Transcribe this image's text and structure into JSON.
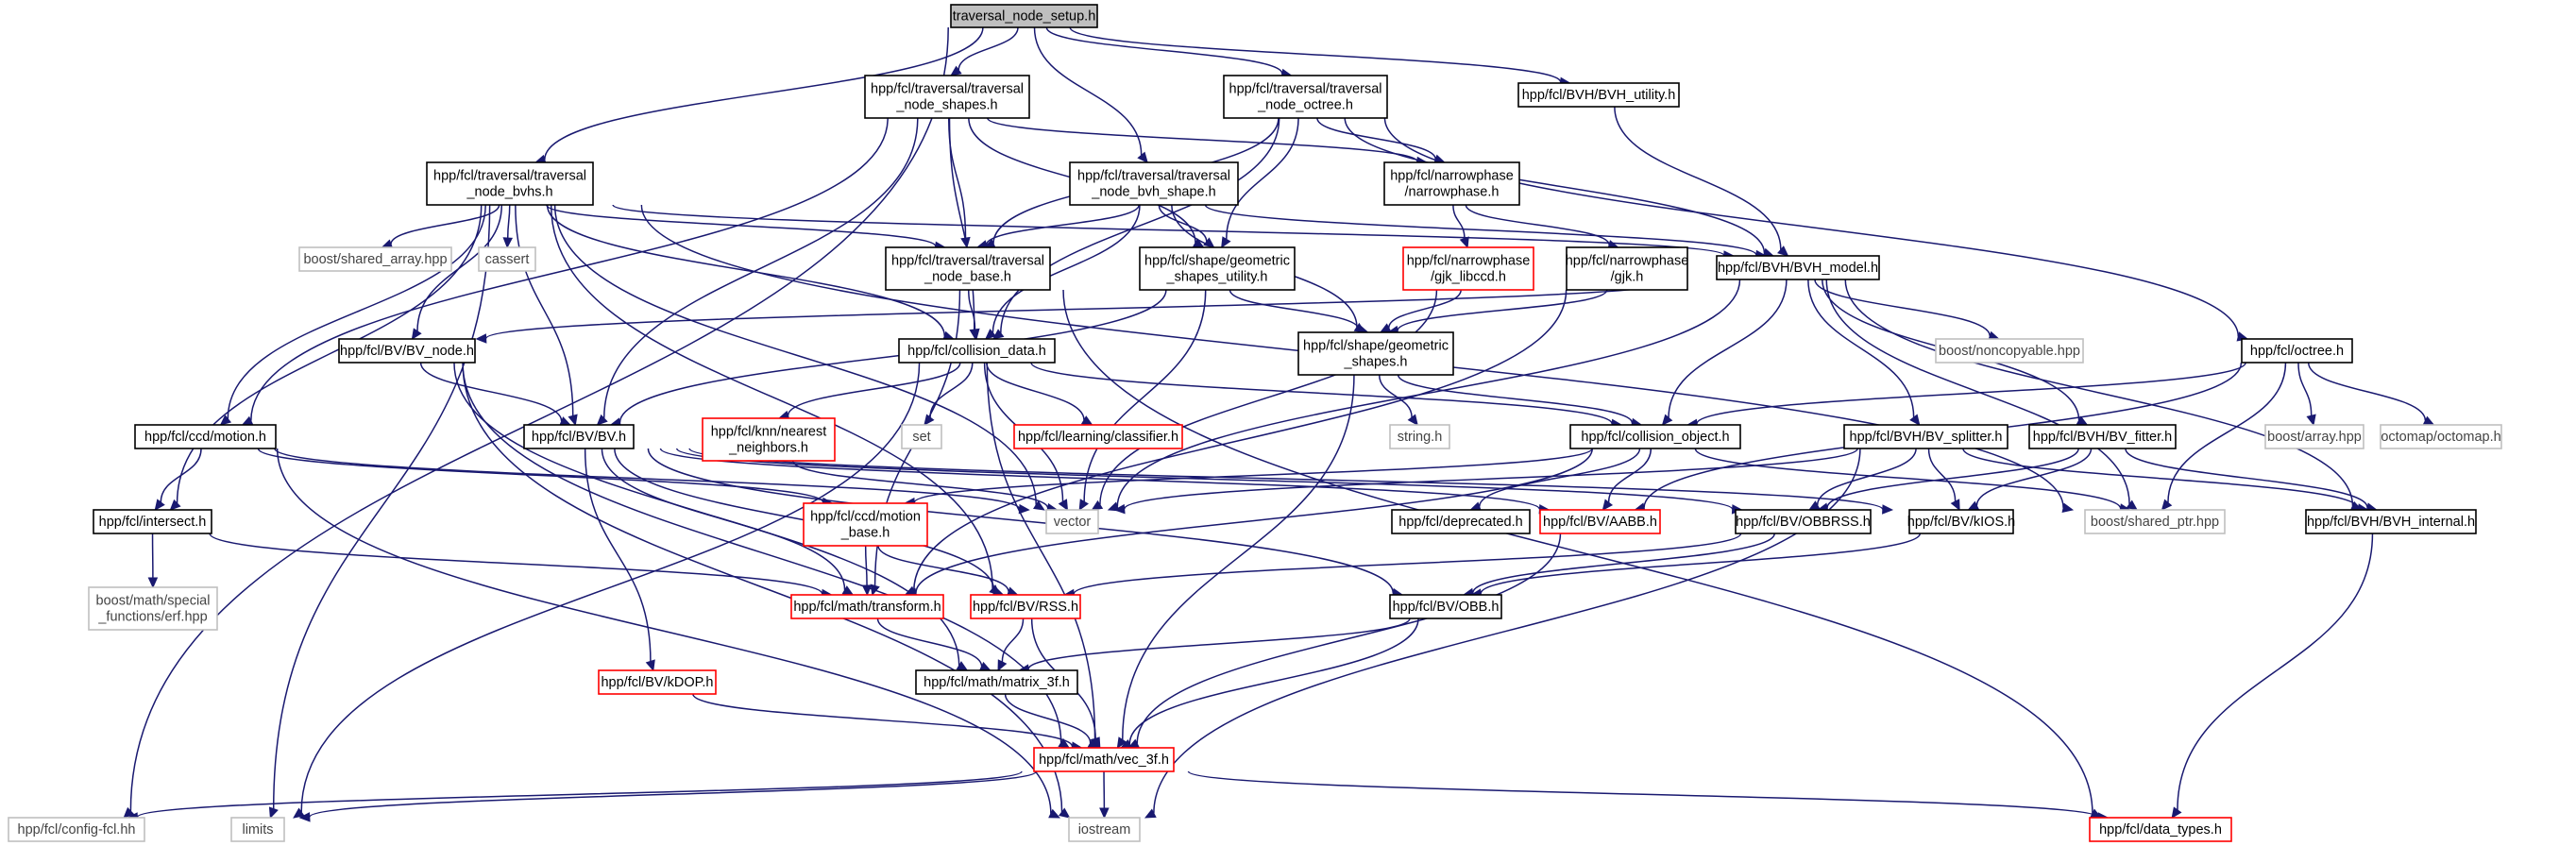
{
  "nodes": [
    {
      "id": "root",
      "style": "main",
      "label": [
        "traversal_node_setup.h"
      ]
    },
    {
      "id": "tn_shapes",
      "style": "doc",
      "label": [
        "hpp/fcl/traversal/traversal",
        "_node_shapes.h"
      ]
    },
    {
      "id": "tn_octree",
      "style": "doc",
      "label": [
        "hpp/fcl/traversal/traversal",
        "_node_octree.h"
      ]
    },
    {
      "id": "bvh_utility",
      "style": "doc",
      "label": [
        "hpp/fcl/BVH/BVH_utility.h"
      ]
    },
    {
      "id": "tn_bvhs",
      "style": "doc",
      "label": [
        "hpp/fcl/traversal/traversal",
        "_node_bvhs.h"
      ]
    },
    {
      "id": "tn_bvh_shape",
      "style": "doc",
      "label": [
        "hpp/fcl/traversal/traversal",
        "_node_bvh_shape.h"
      ]
    },
    {
      "id": "np_narrow",
      "style": "doc",
      "label": [
        "hpp/fcl/narrowphase",
        "/narrowphase.h"
      ]
    },
    {
      "id": "bshared_array",
      "style": "ext",
      "label": [
        "boost/shared_array.hpp"
      ]
    },
    {
      "id": "cassert",
      "style": "ext",
      "label": [
        "cassert"
      ]
    },
    {
      "id": "tn_base",
      "style": "doc",
      "label": [
        "hpp/fcl/traversal/traversal",
        "_node_base.h"
      ]
    },
    {
      "id": "geo_util",
      "style": "doc",
      "label": [
        "hpp/fcl/shape/geometric",
        "_shapes_utility.h"
      ]
    },
    {
      "id": "gjk_libccd",
      "style": "trunc",
      "label": [
        "hpp/fcl/narrowphase",
        "/gjk_libccd.h"
      ]
    },
    {
      "id": "gjk",
      "style": "doc",
      "label": [
        "hpp/fcl/narrowphase",
        "/gjk.h"
      ]
    },
    {
      "id": "bvh_model",
      "style": "doc",
      "label": [
        "hpp/fcl/BVH/BVH_model.h"
      ]
    },
    {
      "id": "bv_node",
      "style": "doc",
      "label": [
        "hpp/fcl/BV/BV_node.h"
      ]
    },
    {
      "id": "coll_data",
      "style": "doc",
      "label": [
        "hpp/fcl/collision_data.h"
      ]
    },
    {
      "id": "geo_shapes",
      "style": "doc",
      "label": [
        "hpp/fcl/shape/geometric",
        "_shapes.h"
      ]
    },
    {
      "id": "bnoncopy",
      "style": "ext",
      "label": [
        "boost/noncopyable.hpp"
      ]
    },
    {
      "id": "octree",
      "style": "doc",
      "label": [
        "hpp/fcl/octree.h"
      ]
    },
    {
      "id": "ccd_motion",
      "style": "doc",
      "label": [
        "hpp/fcl/ccd/motion.h"
      ]
    },
    {
      "id": "bv_bv",
      "style": "doc",
      "label": [
        "hpp/fcl/BV/BV.h"
      ]
    },
    {
      "id": "knn",
      "style": "trunc",
      "label": [
        "hpp/fcl/knn/nearest",
        "_neighbors.h"
      ]
    },
    {
      "id": "set",
      "style": "ext",
      "label": [
        "set"
      ]
    },
    {
      "id": "classifier",
      "style": "trunc",
      "label": [
        "hpp/fcl/learning/classifier.h"
      ]
    },
    {
      "id": "stringh",
      "style": "ext",
      "label": [
        "string.h"
      ]
    },
    {
      "id": "coll_obj",
      "style": "doc",
      "label": [
        "hpp/fcl/collision_object.h"
      ]
    },
    {
      "id": "bv_splitter",
      "style": "doc",
      "label": [
        "hpp/fcl/BVH/BV_splitter.h"
      ]
    },
    {
      "id": "bv_fitter",
      "style": "doc",
      "label": [
        "hpp/fcl/BVH/BV_fitter.h"
      ]
    },
    {
      "id": "barray",
      "style": "ext",
      "label": [
        "boost/array.hpp"
      ]
    },
    {
      "id": "octomap",
      "style": "ext",
      "label": [
        "octomap/octomap.h"
      ]
    },
    {
      "id": "intersect",
      "style": "doc",
      "label": [
        "hpp/fcl/intersect.h"
      ]
    },
    {
      "id": "motion_base",
      "style": "trunc",
      "label": [
        "hpp/fcl/ccd/motion",
        "_base.h"
      ]
    },
    {
      "id": "vector",
      "style": "ext",
      "label": [
        "vector"
      ]
    },
    {
      "id": "deprecated",
      "style": "doc",
      "label": [
        "hpp/fcl/deprecated.h"
      ]
    },
    {
      "id": "aabb",
      "style": "trunc",
      "label": [
        "hpp/fcl/BV/AABB.h"
      ]
    },
    {
      "id": "obbrss",
      "style": "doc",
      "label": [
        "hpp/fcl/BV/OBBRSS.h"
      ]
    },
    {
      "id": "kios",
      "style": "doc",
      "label": [
        "hpp/fcl/BV/kIOS.h"
      ]
    },
    {
      "id": "bshared_ptr",
      "style": "ext",
      "label": [
        "boost/shared_ptr.hpp"
      ]
    },
    {
      "id": "bvh_internal",
      "style": "doc",
      "label": [
        "hpp/fcl/BVH/BVH_internal.h"
      ]
    },
    {
      "id": "erf",
      "style": "ext",
      "label": [
        "boost/math/special",
        "_functions/erf.hpp"
      ]
    },
    {
      "id": "transform",
      "style": "trunc",
      "label": [
        "hpp/fcl/math/transform.h"
      ]
    },
    {
      "id": "rss",
      "style": "trunc",
      "label": [
        "hpp/fcl/BV/RSS.h"
      ]
    },
    {
      "id": "obb",
      "style": "doc",
      "label": [
        "hpp/fcl/BV/OBB.h"
      ]
    },
    {
      "id": "kdop",
      "style": "trunc",
      "label": [
        "hpp/fcl/BV/kDOP.h"
      ]
    },
    {
      "id": "matrix3f",
      "style": "doc",
      "label": [
        "hpp/fcl/math/matrix_3f.h"
      ]
    },
    {
      "id": "vec3f",
      "style": "trunc",
      "label": [
        "hpp/fcl/math/vec_3f.h"
      ]
    },
    {
      "id": "config",
      "style": "ext",
      "label": [
        "hpp/fcl/config-fcl.hh"
      ]
    },
    {
      "id": "limits",
      "style": "ext",
      "label": [
        "limits"
      ]
    },
    {
      "id": "iostream",
      "style": "ext",
      "label": [
        "iostream"
      ]
    },
    {
      "id": "data_types",
      "style": "trunc",
      "label": [
        "hpp/fcl/data_types.h"
      ]
    }
  ],
  "edges": [
    [
      "root",
      "config"
    ],
    [
      "root",
      "tn_bvhs"
    ],
    [
      "root",
      "tn_shapes"
    ],
    [
      "root",
      "tn_bvh_shape"
    ],
    [
      "root",
      "tn_octree"
    ],
    [
      "root",
      "bvh_utility"
    ],
    [
      "tn_shapes",
      "tn_base"
    ],
    [
      "tn_shapes",
      "np_narrow"
    ],
    [
      "tn_shapes",
      "geo_util"
    ],
    [
      "tn_shapes",
      "coll_data"
    ],
    [
      "tn_shapes",
      "bv_bv"
    ],
    [
      "tn_shapes",
      "ccd_motion"
    ],
    [
      "tn_octree",
      "tn_base"
    ],
    [
      "tn_octree",
      "np_narrow"
    ],
    [
      "tn_octree",
      "geo_util"
    ],
    [
      "tn_octree",
      "bvh_model"
    ],
    [
      "tn_octree",
      "octree"
    ],
    [
      "tn_octree",
      "coll_data"
    ],
    [
      "bvh_utility",
      "bvh_model"
    ],
    [
      "tn_bvhs",
      "bshared_array"
    ],
    [
      "tn_bvhs",
      "cassert"
    ],
    [
      "tn_bvhs",
      "tn_base"
    ],
    [
      "tn_bvhs",
      "bvh_model"
    ],
    [
      "tn_bvhs",
      "bv_node"
    ],
    [
      "tn_bvhs",
      "coll_data"
    ],
    [
      "tn_bvhs",
      "ccd_motion"
    ],
    [
      "tn_bvhs",
      "bv_bv"
    ],
    [
      "tn_bvhs",
      "intersect"
    ],
    [
      "tn_bvhs",
      "limits"
    ],
    [
      "tn_bvhs",
      "vector"
    ],
    [
      "tn_bvhs",
      "rss"
    ],
    [
      "tn_bvhs",
      "bshared_ptr"
    ],
    [
      "tn_bvh_shape",
      "tn_base"
    ],
    [
      "tn_bvh_shape",
      "geo_util"
    ],
    [
      "tn_bvh_shape",
      "geo_shapes"
    ],
    [
      "tn_bvh_shape",
      "bvh_model"
    ],
    [
      "tn_bvh_shape",
      "coll_data"
    ],
    [
      "np_narrow",
      "gjk_libccd"
    ],
    [
      "np_narrow",
      "gjk"
    ],
    [
      "tn_base",
      "coll_data"
    ],
    [
      "tn_base",
      "transform"
    ],
    [
      "tn_base",
      "data_types"
    ],
    [
      "geo_util",
      "geo_shapes"
    ],
    [
      "geo_util",
      "bv_bv"
    ],
    [
      "geo_util",
      "vector"
    ],
    [
      "gjk_libccd",
      "geo_shapes"
    ],
    [
      "gjk_libccd",
      "vector"
    ],
    [
      "gjk",
      "geo_shapes"
    ],
    [
      "gjk",
      "transform"
    ],
    [
      "bvh_model",
      "bv_node"
    ],
    [
      "bvh_model",
      "coll_obj"
    ],
    [
      "bvh_model",
      "bnoncopy"
    ],
    [
      "bvh_model",
      "bv_splitter"
    ],
    [
      "bvh_model",
      "bv_fitter"
    ],
    [
      "bvh_model",
      "bvh_internal"
    ],
    [
      "bvh_model",
      "bshared_ptr"
    ],
    [
      "bvh_model",
      "vector"
    ],
    [
      "bv_node",
      "bv_bv"
    ],
    [
      "bv_node",
      "matrix3f"
    ],
    [
      "bv_node",
      "vec3f"
    ],
    [
      "bv_node",
      "iostream"
    ],
    [
      "coll_data",
      "knn"
    ],
    [
      "coll_data",
      "set"
    ],
    [
      "coll_data",
      "classifier"
    ],
    [
      "coll_data",
      "coll_obj"
    ],
    [
      "coll_data",
      "vector"
    ],
    [
      "coll_data",
      "limits"
    ],
    [
      "coll_data",
      "vec3f"
    ],
    [
      "geo_shapes",
      "stringh"
    ],
    [
      "geo_shapes",
      "coll_obj"
    ],
    [
      "geo_shapes",
      "vec3f"
    ],
    [
      "octree",
      "coll_obj"
    ],
    [
      "octree",
      "barray"
    ],
    [
      "octree",
      "octomap"
    ],
    [
      "octree",
      "bshared_ptr"
    ],
    [
      "octree",
      "aabb"
    ],
    [
      "ccd_motion",
      "motion_base"
    ],
    [
      "ccd_motion",
      "intersect"
    ],
    [
      "ccd_motion",
      "iostream"
    ],
    [
      "ccd_motion",
      "vector"
    ],
    [
      "bv_bv",
      "kdop"
    ],
    [
      "bv_bv",
      "aabb"
    ],
    [
      "bv_bv",
      "obb"
    ],
    [
      "bv_bv",
      "rss"
    ],
    [
      "bv_bv",
      "obbrss"
    ],
    [
      "bv_bv",
      "kios"
    ],
    [
      "bv_bv",
      "transform"
    ],
    [
      "knn",
      "vector"
    ],
    [
      "coll_obj",
      "deprecated"
    ],
    [
      "coll_obj",
      "aabb"
    ],
    [
      "coll_obj",
      "transform"
    ],
    [
      "coll_obj",
      "bshared_ptr"
    ],
    [
      "coll_obj",
      "motion_base"
    ],
    [
      "bv_splitter",
      "obbrss"
    ],
    [
      "bv_splitter",
      "kios"
    ],
    [
      "bv_splitter",
      "vector"
    ],
    [
      "bv_splitter",
      "bvh_internal"
    ],
    [
      "bv_splitter",
      "iostream"
    ],
    [
      "bv_fitter",
      "obbrss"
    ],
    [
      "bv_fitter",
      "kios"
    ],
    [
      "bv_fitter",
      "bvh_internal"
    ],
    [
      "intersect",
      "erf"
    ],
    [
      "intersect",
      "transform"
    ],
    [
      "motion_base",
      "transform"
    ],
    [
      "motion_base",
      "rss"
    ],
    [
      "aabb",
      "vec3f"
    ],
    [
      "obbrss",
      "obb"
    ],
    [
      "obbrss",
      "rss"
    ],
    [
      "kios",
      "obb"
    ],
    [
      "bvh_internal",
      "data_types"
    ],
    [
      "transform",
      "matrix3f"
    ],
    [
      "rss",
      "matrix3f"
    ],
    [
      "rss",
      "vec3f"
    ],
    [
      "obb",
      "matrix3f"
    ],
    [
      "obb",
      "vec3f"
    ],
    [
      "kdop",
      "vec3f"
    ],
    [
      "matrix3f",
      "vec3f"
    ],
    [
      "vec3f",
      "config"
    ],
    [
      "vec3f",
      "limits"
    ],
    [
      "vec3f",
      "iostream"
    ],
    [
      "vec3f",
      "data_types"
    ]
  ]
}
